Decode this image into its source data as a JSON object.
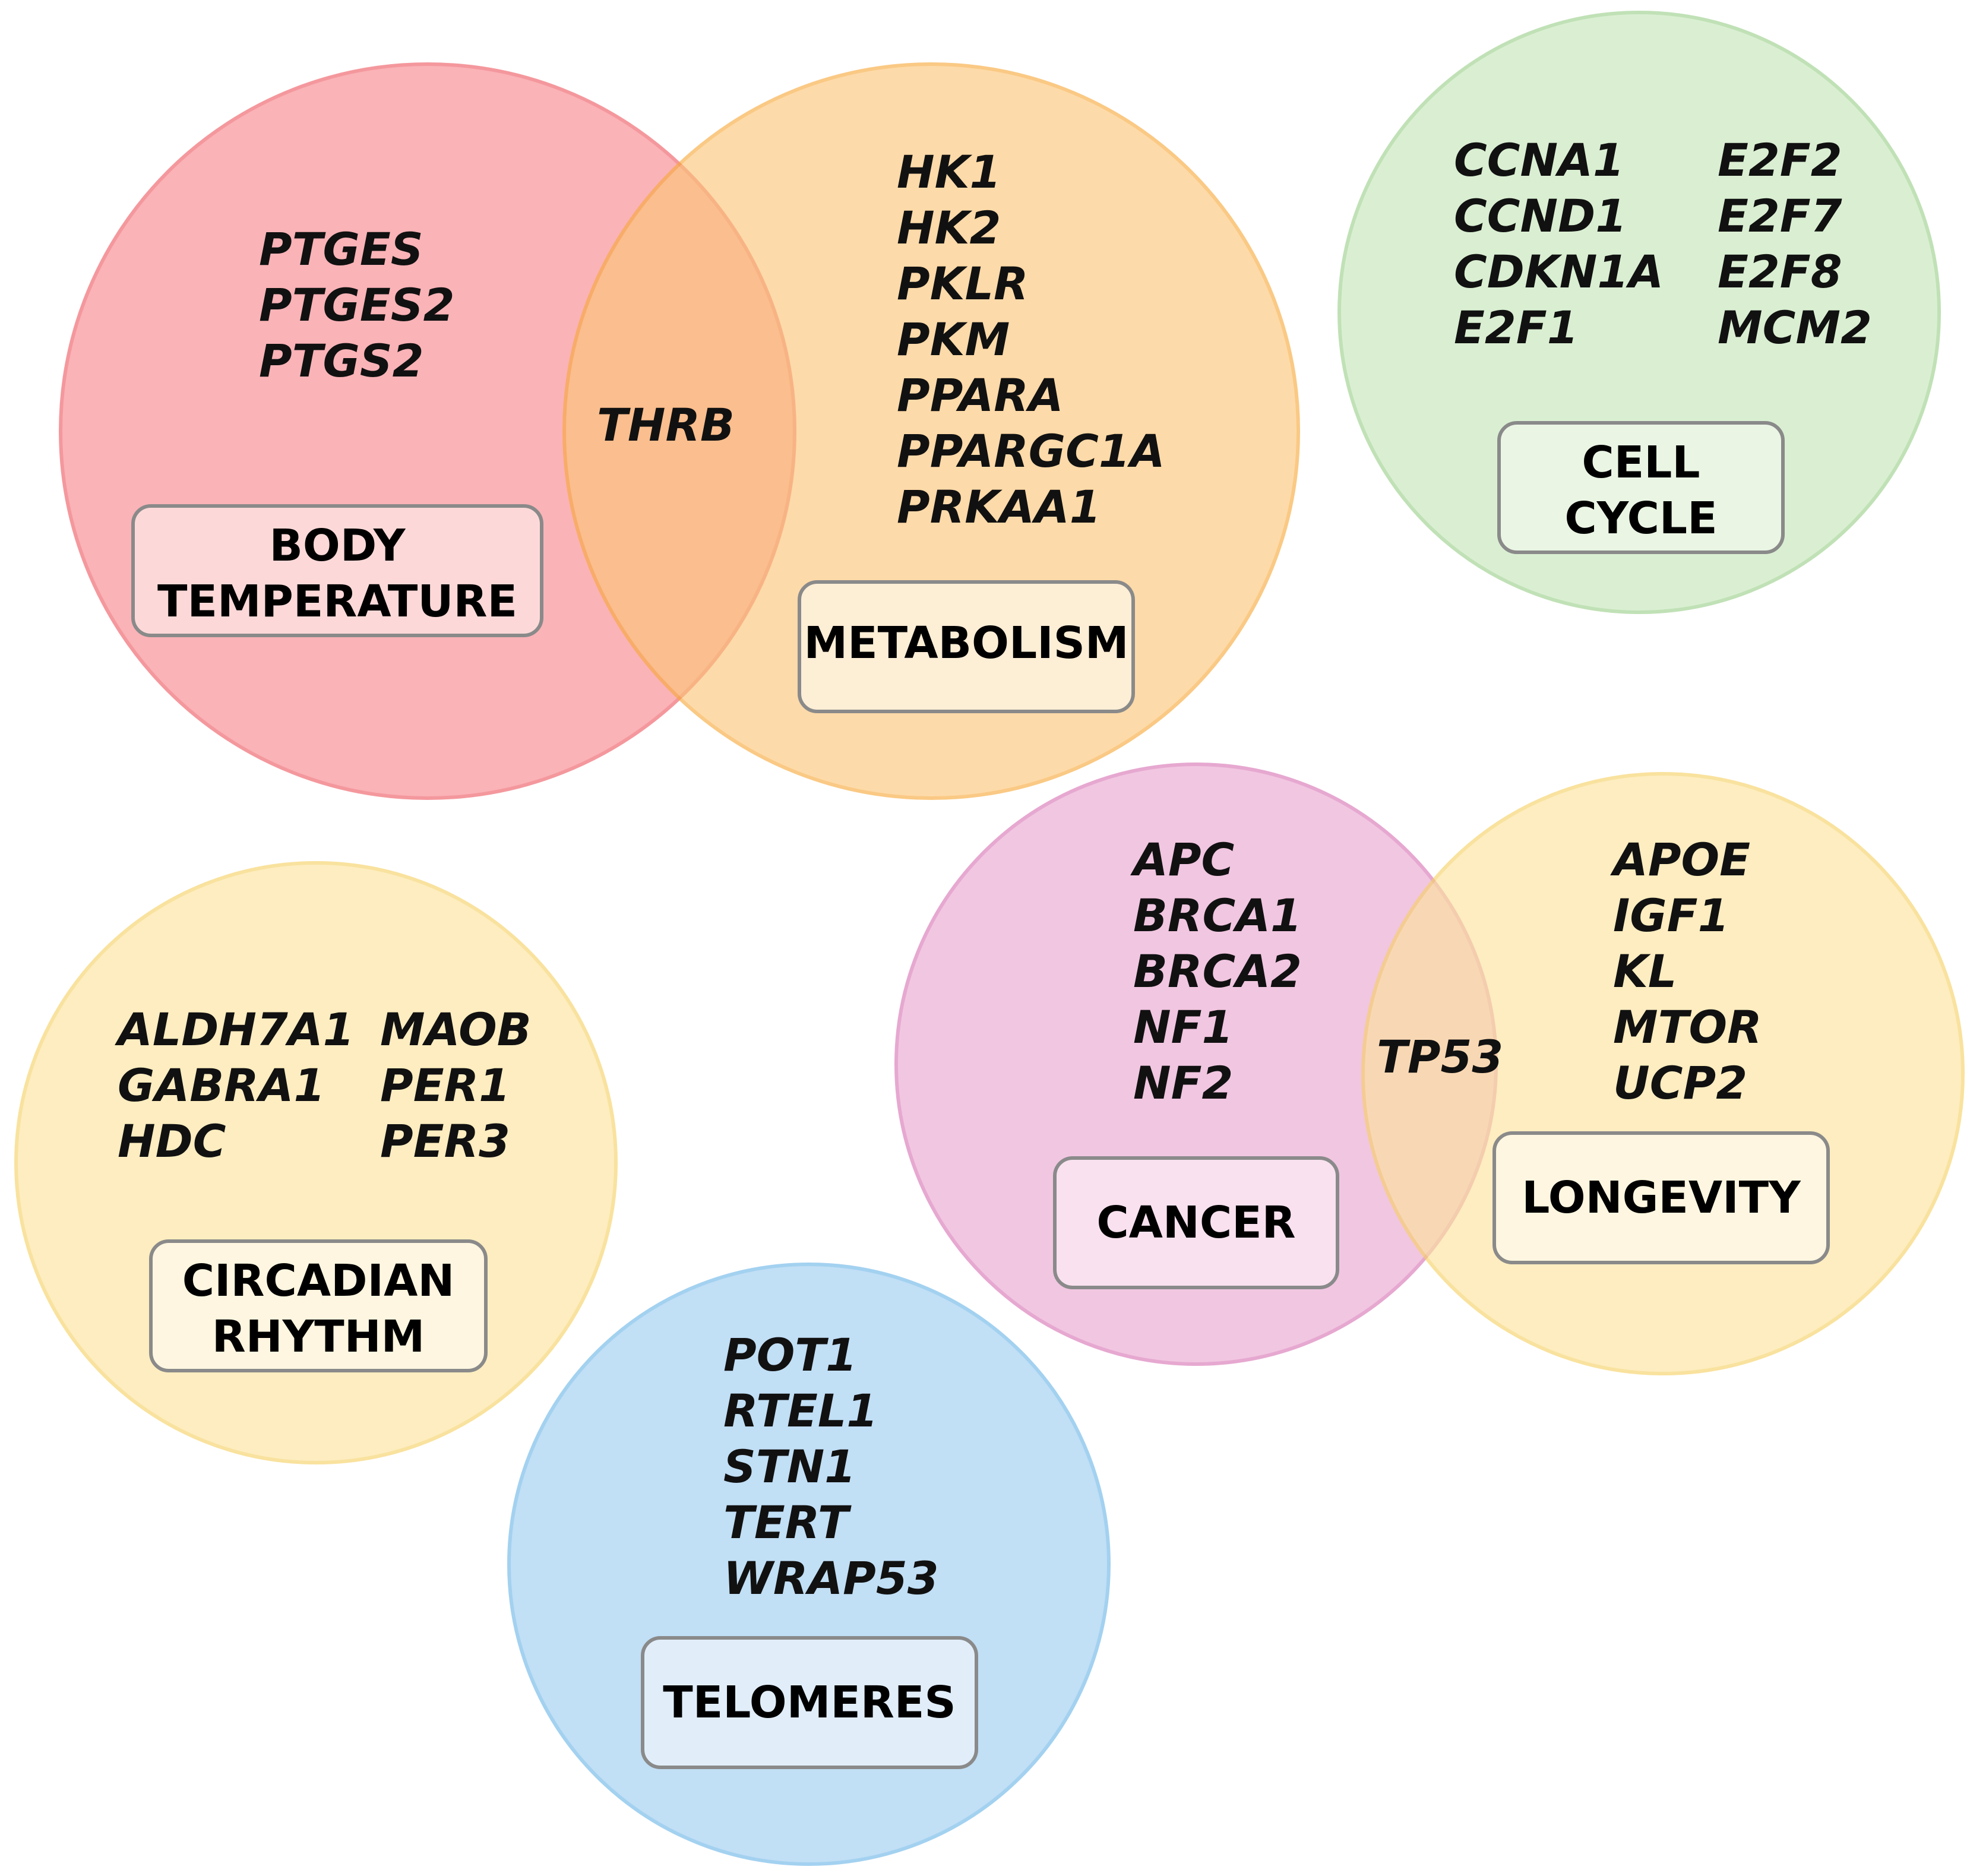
{
  "colors": {
    "body_temperature": "#f7868c",
    "metabolism": "#fcc576",
    "cell_cycle": "#c5e6b8",
    "circadian_rhythm": "#fde39a",
    "cancer": "#e9a4cf",
    "longevity": "#fde39a",
    "telomeres": "#9ccdf0",
    "body_temperature_stroke": "#ee5a62",
    "metabolism_stroke": "#f8a93a",
    "cell_cycle_stroke": "#9bd08a",
    "circadian_rhythm_stroke": "#f6d164",
    "cancer_stroke": "#d873b4",
    "longevity_stroke": "#f6d164",
    "telomeres_stroke": "#6cb6e8"
  },
  "sets": {
    "body_temperature": {
      "label_line1": "BODY",
      "label_line2": "TEMPERATURE",
      "genes": [
        "PTGES",
        "PTGES2",
        "PTGS2"
      ],
      "box_fill": "#fcd9d8"
    },
    "metabolism": {
      "label": "METABOLISM",
      "genes": [
        "HK1",
        "HK2",
        "PKLR",
        "PKM",
        "PPARA",
        "PPARGC1A",
        "PRKAA1"
      ],
      "box_fill": "#fdeed6"
    },
    "shared_body_metabolism": {
      "genes": [
        "THRB"
      ]
    },
    "cell_cycle": {
      "label_line1": "CELL",
      "label_line2": "CYCLE",
      "genes_col1": [
        "CCNA1",
        "CCND1",
        "CDKN1A",
        "E2F1"
      ],
      "genes_col2": [
        "E2F2",
        "E2F7",
        "E2F8",
        "MCM2"
      ],
      "box_fill": "#eaf5e4"
    },
    "circadian_rhythm": {
      "label_line1": "CIRCADIAN",
      "label_line2": "RHYTHM",
      "genes_col1": [
        "ALDH7A1",
        "GABRA1",
        "HDC"
      ],
      "genes_col2": [
        "MAOB",
        "PER1",
        "PER3"
      ],
      "box_fill": "#fef6e0"
    },
    "cancer": {
      "label": "CANCER",
      "genes": [
        "APC",
        "BRCA1",
        "BRCA2",
        "NF1",
        "NF2"
      ],
      "box_fill": "#f9e1ef"
    },
    "longevity": {
      "label": "LONGEVITY",
      "genes": [
        "APOE",
        "IGF1",
        "KL",
        "MTOR",
        "UCP2"
      ],
      "box_fill": "#fef6e0"
    },
    "shared_cancer_longevity": {
      "genes": [
        "TP53"
      ]
    },
    "telomeres": {
      "label": "TELOMERES",
      "genes": [
        "POT1",
        "RTEL1",
        "STN1",
        "TERT",
        "WRAP53"
      ],
      "box_fill": "#e1eefa"
    }
  }
}
